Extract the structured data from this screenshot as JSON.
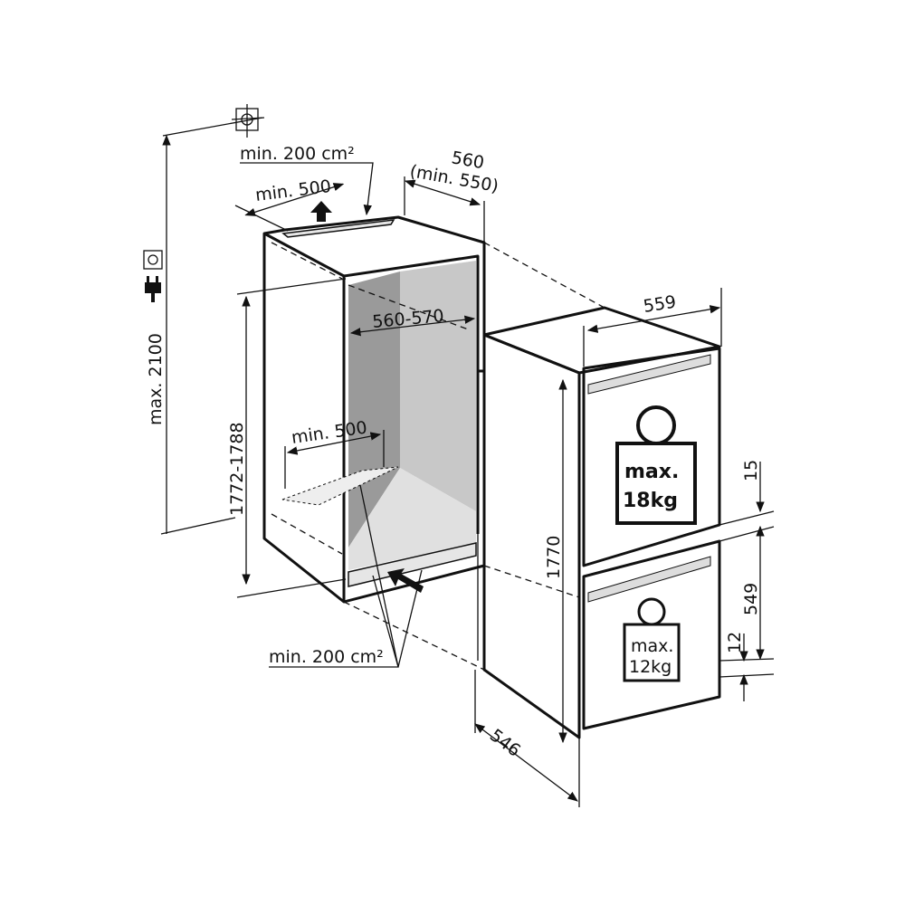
{
  "labels": {
    "vent_top": "min. 200 cm²",
    "top_depth": "min. 500",
    "niche_depth": "560",
    "niche_depth_min": "(min. 550)",
    "niche_width": "560-570",
    "appliance_width": "559",
    "max_height": "max. 2100",
    "niche_height": "1772-1788",
    "appliance_height": "1770",
    "appliance_depth": "546",
    "bottom_depth": "min. 500",
    "vent_bottom": "min. 200 cm²",
    "gap_top": "15",
    "lower_door": "549",
    "gap_bottom": "12"
  },
  "weights": {
    "upper": {
      "line1": "max.",
      "line2": "18kg"
    },
    "lower": {
      "line1": "max.",
      "line2": "12kg"
    }
  },
  "icons": [
    "water-connection-icon",
    "socket-icon",
    "plug-icon",
    "airflow-arrow-icon"
  ],
  "colors": {
    "line": "#111111",
    "wall_dark": "#9a9a9a",
    "wall_light": "#c8c8c8",
    "vent": "#e6e6e6"
  }
}
